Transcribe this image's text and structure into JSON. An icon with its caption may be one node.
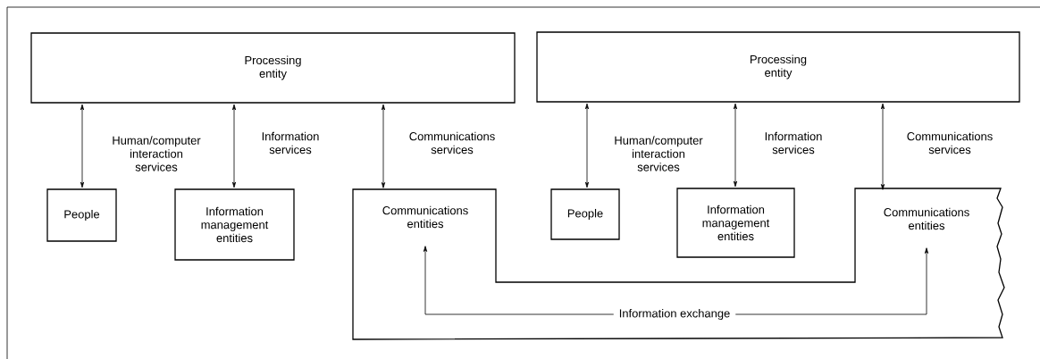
{
  "diagram": {
    "nodes": [
      {
        "text": [
          "Processing entity"
        ]
      },
      {
        "text": [
          "People"
        ]
      },
      {
        "text": [
          "Information management entities"
        ]
      },
      {
        "text": [],
        "shape": "box"
      },
      {
        "text": [
          "Communications entities"
        ],
        "in": 3
      },
      {
        "text": [
          "Processing entity"
        ]
      },
      {
        "text": [
          "People"
        ]
      },
      {
        "text": [
          "Information management entities"
        ]
      },
      {
        "text": [
          "Communications entities"
        ],
        "in": 3
      }
    ],
    "edges": [
      {
        "from": 0,
        "to": 1,
        "arrow": "both",
        "label": "Human/computer interaction services"
      },
      {
        "from": 0,
        "to": 2,
        "arrow": "both",
        "label": "Information services"
      },
      {
        "from": 0,
        "to": 4,
        "arrow": "both",
        "label": "Communications services"
      },
      {
        "from": 5,
        "to": 6,
        "arrow": "both",
        "label": "Human/computer interaction services"
      },
      {
        "from": 5,
        "to": 7,
        "arrow": "both",
        "label": "Information services"
      },
      {
        "from": 5,
        "to": 8,
        "arrow": "both",
        "label": "Communications services"
      },
      {
        "from": 4,
        "to": 8,
        "arrow": "both",
        "label": "Information exchange"
      }
    ]
  }
}
